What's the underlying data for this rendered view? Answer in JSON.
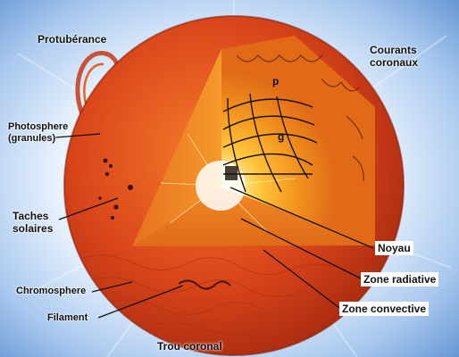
{
  "labels": {
    "protuberance": "Protubérance",
    "courants_coronaux": "Courants\ncoronaux",
    "photosphere": "Photosphere\n(granules)",
    "taches_solaires": "Taches\nsolaires",
    "chromosphere": "Chromosphere",
    "filament": "Filament",
    "trou_coronal": "Trou coronal",
    "noyau": "Noyau",
    "zone_radiative": "Zone radiative",
    "zone_convective": "Zone convective",
    "marker_p": "p",
    "marker_g": "g"
  },
  "colors": {
    "corona_light": "#eef6ff",
    "corona_blue": "#6f9fd8",
    "sun_outer": "#c83a12",
    "sun_mid": "#e35a1c",
    "core_white": "#ffffff",
    "core_yellow": "#ffd23a",
    "radiative_orange": "#f39a22"
  }
}
